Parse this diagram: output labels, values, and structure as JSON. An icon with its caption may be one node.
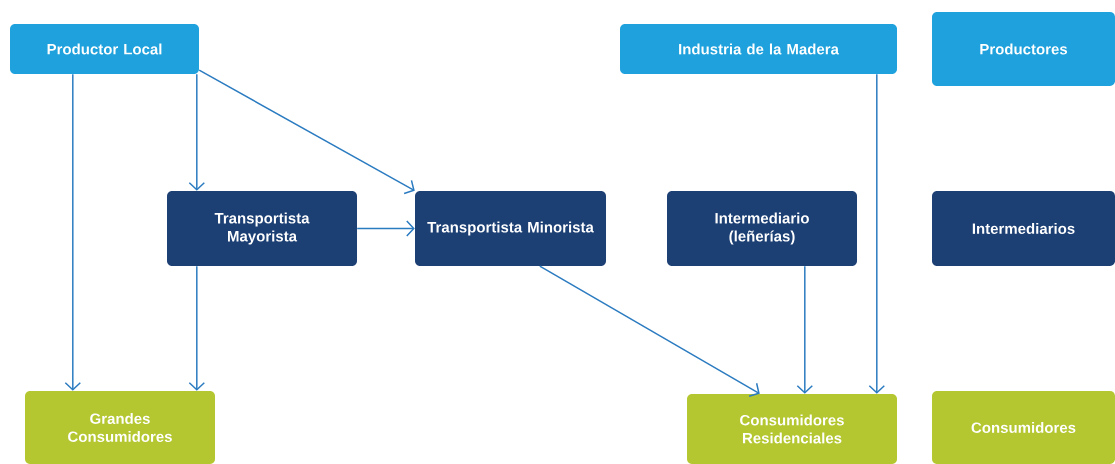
{
  "diagram": {
    "nodes": [
      {
        "text": [
          "Productor Local"
        ]
      },
      {
        "text": [
          "Industria de la Madera"
        ]
      },
      {
        "text": [
          "Productores"
        ]
      },
      {
        "text": [
          "Transportista Mayorista"
        ]
      },
      {
        "text": [
          "Transportista Minorista"
        ]
      },
      {
        "text": [
          "Intermediario (leñerías)"
        ]
      },
      {
        "text": [
          "Intermediarios"
        ]
      },
      {
        "text": [
          "Grandes Consumidores"
        ]
      },
      {
        "text": [
          "Consumidores Residenciales"
        ]
      },
      {
        "text": [
          "Consumidores"
        ]
      }
    ],
    "edges": [
      {
        "from": 0,
        "to": 7,
        "arrow": "to"
      },
      {
        "from": 0,
        "to": 3,
        "arrow": "to"
      },
      {
        "from": 0,
        "to": 4,
        "arrow": "to"
      },
      {
        "from": 3,
        "to": 4,
        "arrow": "to"
      },
      {
        "from": 3,
        "to": 7,
        "arrow": "to"
      },
      {
        "from": 4,
        "to": 8,
        "arrow": "to"
      },
      {
        "from": 5,
        "to": 8,
        "arrow": "to"
      },
      {
        "from": 1,
        "to": 8,
        "arrow": "to"
      }
    ]
  }
}
